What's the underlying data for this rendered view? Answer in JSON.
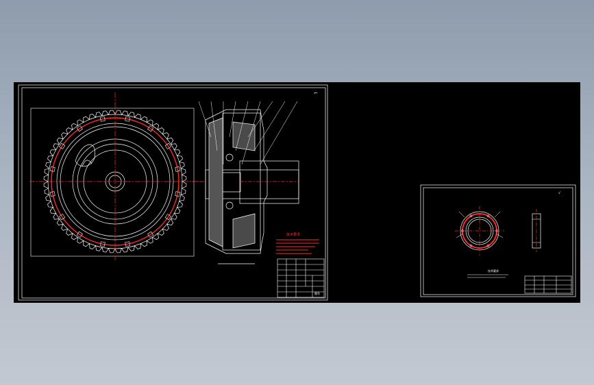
{
  "viewport": {
    "background_top": "#8e9cad",
    "background_bottom": "#c3c9d1"
  },
  "workspace": {
    "background": "#000000"
  },
  "colors": {
    "line": "#ffffff",
    "centerline": "#ff3030",
    "accent": "#ff2a2a",
    "hatch": "#bbbbbb"
  },
  "sheet_main": {
    "corner_mark": "⌐",
    "front_view": {
      "gear_teeth": 64,
      "bolt_holes": 16
    },
    "section_view": {
      "leader_count": 9
    },
    "title_block": {
      "label": "图号"
    },
    "notes_heading": "技术要求"
  },
  "sheet_detail": {
    "corner_mark": "√",
    "part_view": {
      "ring_holes": 6
    },
    "notes_heading": "技术要求"
  }
}
